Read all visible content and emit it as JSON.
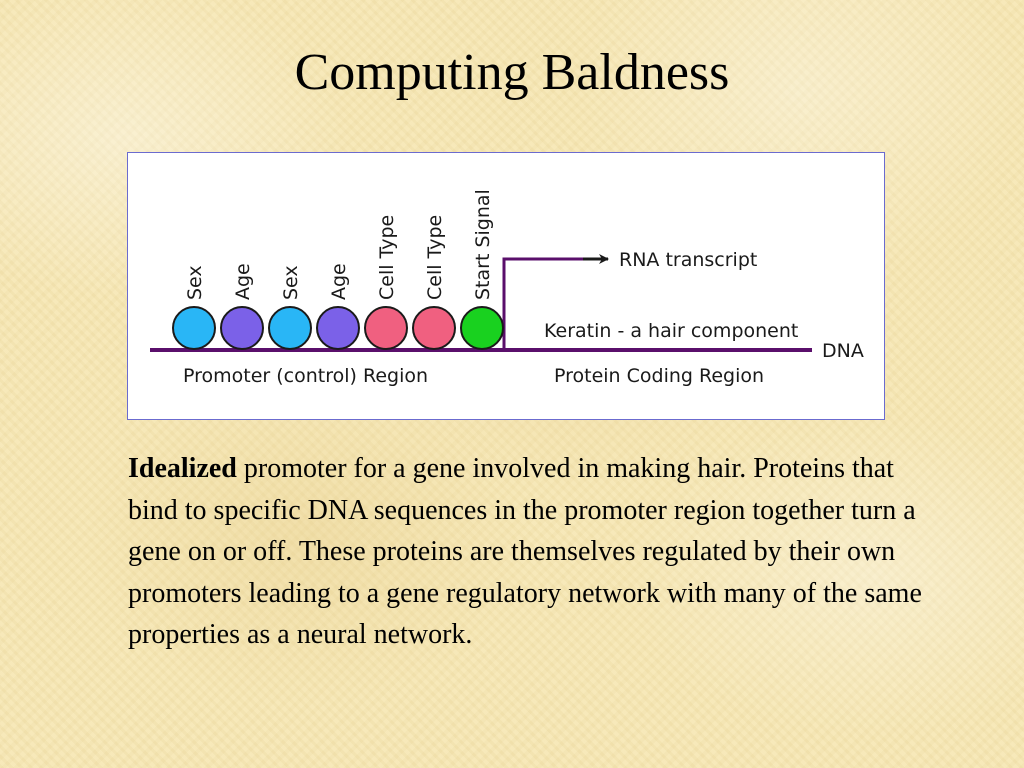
{
  "slide": {
    "title": "Computing Baldness"
  },
  "diagram": {
    "factors": [
      {
        "label": "Sex",
        "color": "#29b6f6"
      },
      {
        "label": "Age",
        "color": "#7b61e8"
      },
      {
        "label": "Sex",
        "color": "#29b6f6"
      },
      {
        "label": "Age",
        "color": "#7b61e8"
      },
      {
        "label": "Cell Type",
        "color": "#f06080"
      },
      {
        "label": "Cell Type",
        "color": "#f06080"
      },
      {
        "label": "Start Signal",
        "color": "#19d11f"
      }
    ],
    "rna_label": "RNA transcript",
    "gene_label": "Keratin - a hair component",
    "dna_label": "DNA",
    "promoter_label": "Promoter (control) Region",
    "coding_label": "Protein Coding Region",
    "line_color": "#5a0f6b"
  },
  "caption": {
    "bold_word": "Idealized",
    "rest": " promoter for a gene involved in making hair.  Proteins that bind to specific DNA sequences in the promoter region together turn a gene on or off.  These proteins are themselves regulated by their own promoters leading to a gene regulatory network with many of the same properties as a neural network."
  }
}
